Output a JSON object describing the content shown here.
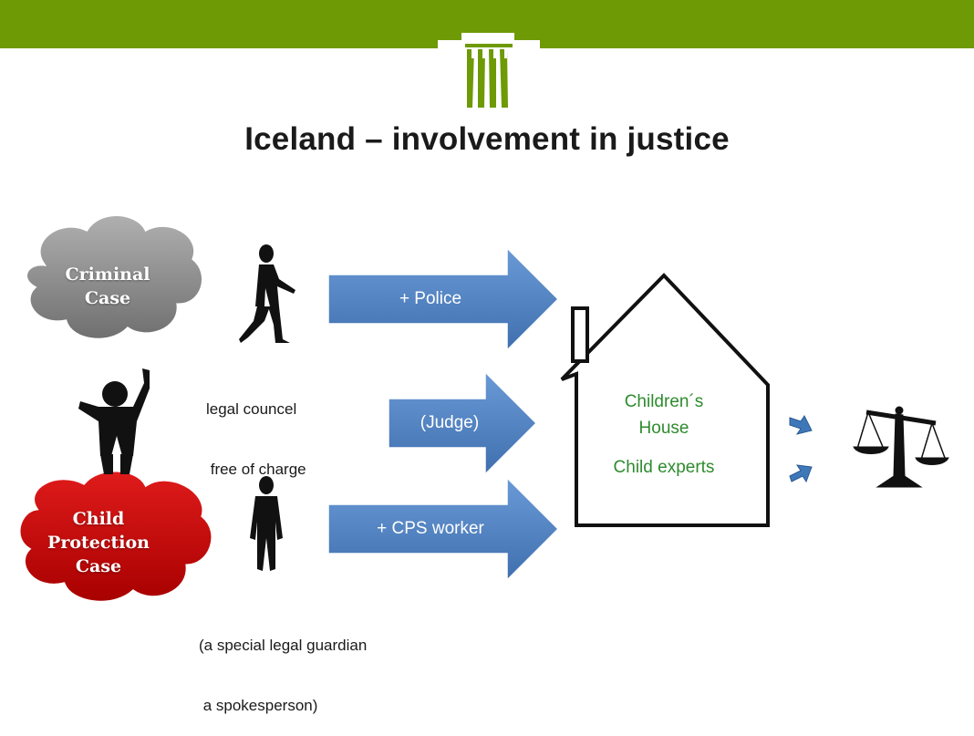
{
  "title": "Iceland – involvement in justice",
  "clouds": {
    "criminal": [
      "Criminal",
      "Case"
    ],
    "child_protection": [
      "Child",
      "Protection",
      "Case"
    ]
  },
  "colors": {
    "header": "#6e9a06",
    "arrow": "#4f81bd",
    "criminal_cloud": "#8c8c8c",
    "cps_cloud": "#cc0000",
    "house_text": "#2e8b2e"
  },
  "arrows": {
    "police": "+ Police",
    "judge": "(Judge)",
    "cps": "+ CPS worker"
  },
  "labels": {
    "legal_council_1": "legal councel",
    "legal_council_2": " free of charge",
    "guardian_1": "(a special legal guardian",
    "guardian_2": " a spokesperson)"
  },
  "house": {
    "line1": "Children´s",
    "line2": "House",
    "line3": "Child experts"
  },
  "icons": [
    "pillar-logo-icon",
    "walking-woman-icon",
    "child-icon",
    "standing-man-icon",
    "scales-of-justice-icon",
    "small-arrow-icon"
  ]
}
